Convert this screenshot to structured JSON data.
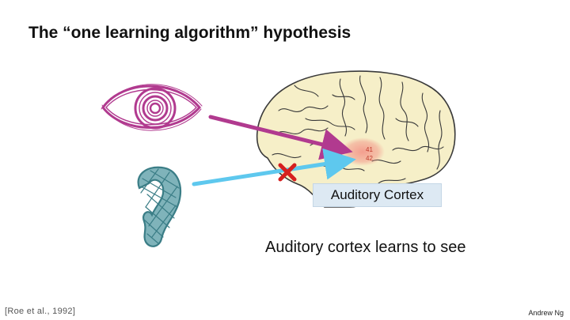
{
  "slide": {
    "title": "The “one learning algorithm” hypothesis",
    "caption": "Auditory cortex learns to see",
    "citation": "[Roe et al., 1992]",
    "author": "Andrew Ng"
  },
  "diagram": {
    "brain_region_label": "Auditory Cortex",
    "area_numbers": [
      "41",
      "42"
    ],
    "icons": [
      "eye-icon",
      "ear-icon",
      "brain-illustration",
      "cross-mark-icon"
    ],
    "colors": {
      "eye_and_visual_path": "#b13a8f",
      "ear_and_auditory_path": "#5ec8ee",
      "ear_ink": "#3a7d86",
      "brain_fill": "#f6efc8",
      "brain_outline": "#3a3a3a",
      "cortex_highlight": "#f39a8c",
      "cross_mark": "#d61f1f",
      "label_background": "#dde9f3"
    }
  }
}
